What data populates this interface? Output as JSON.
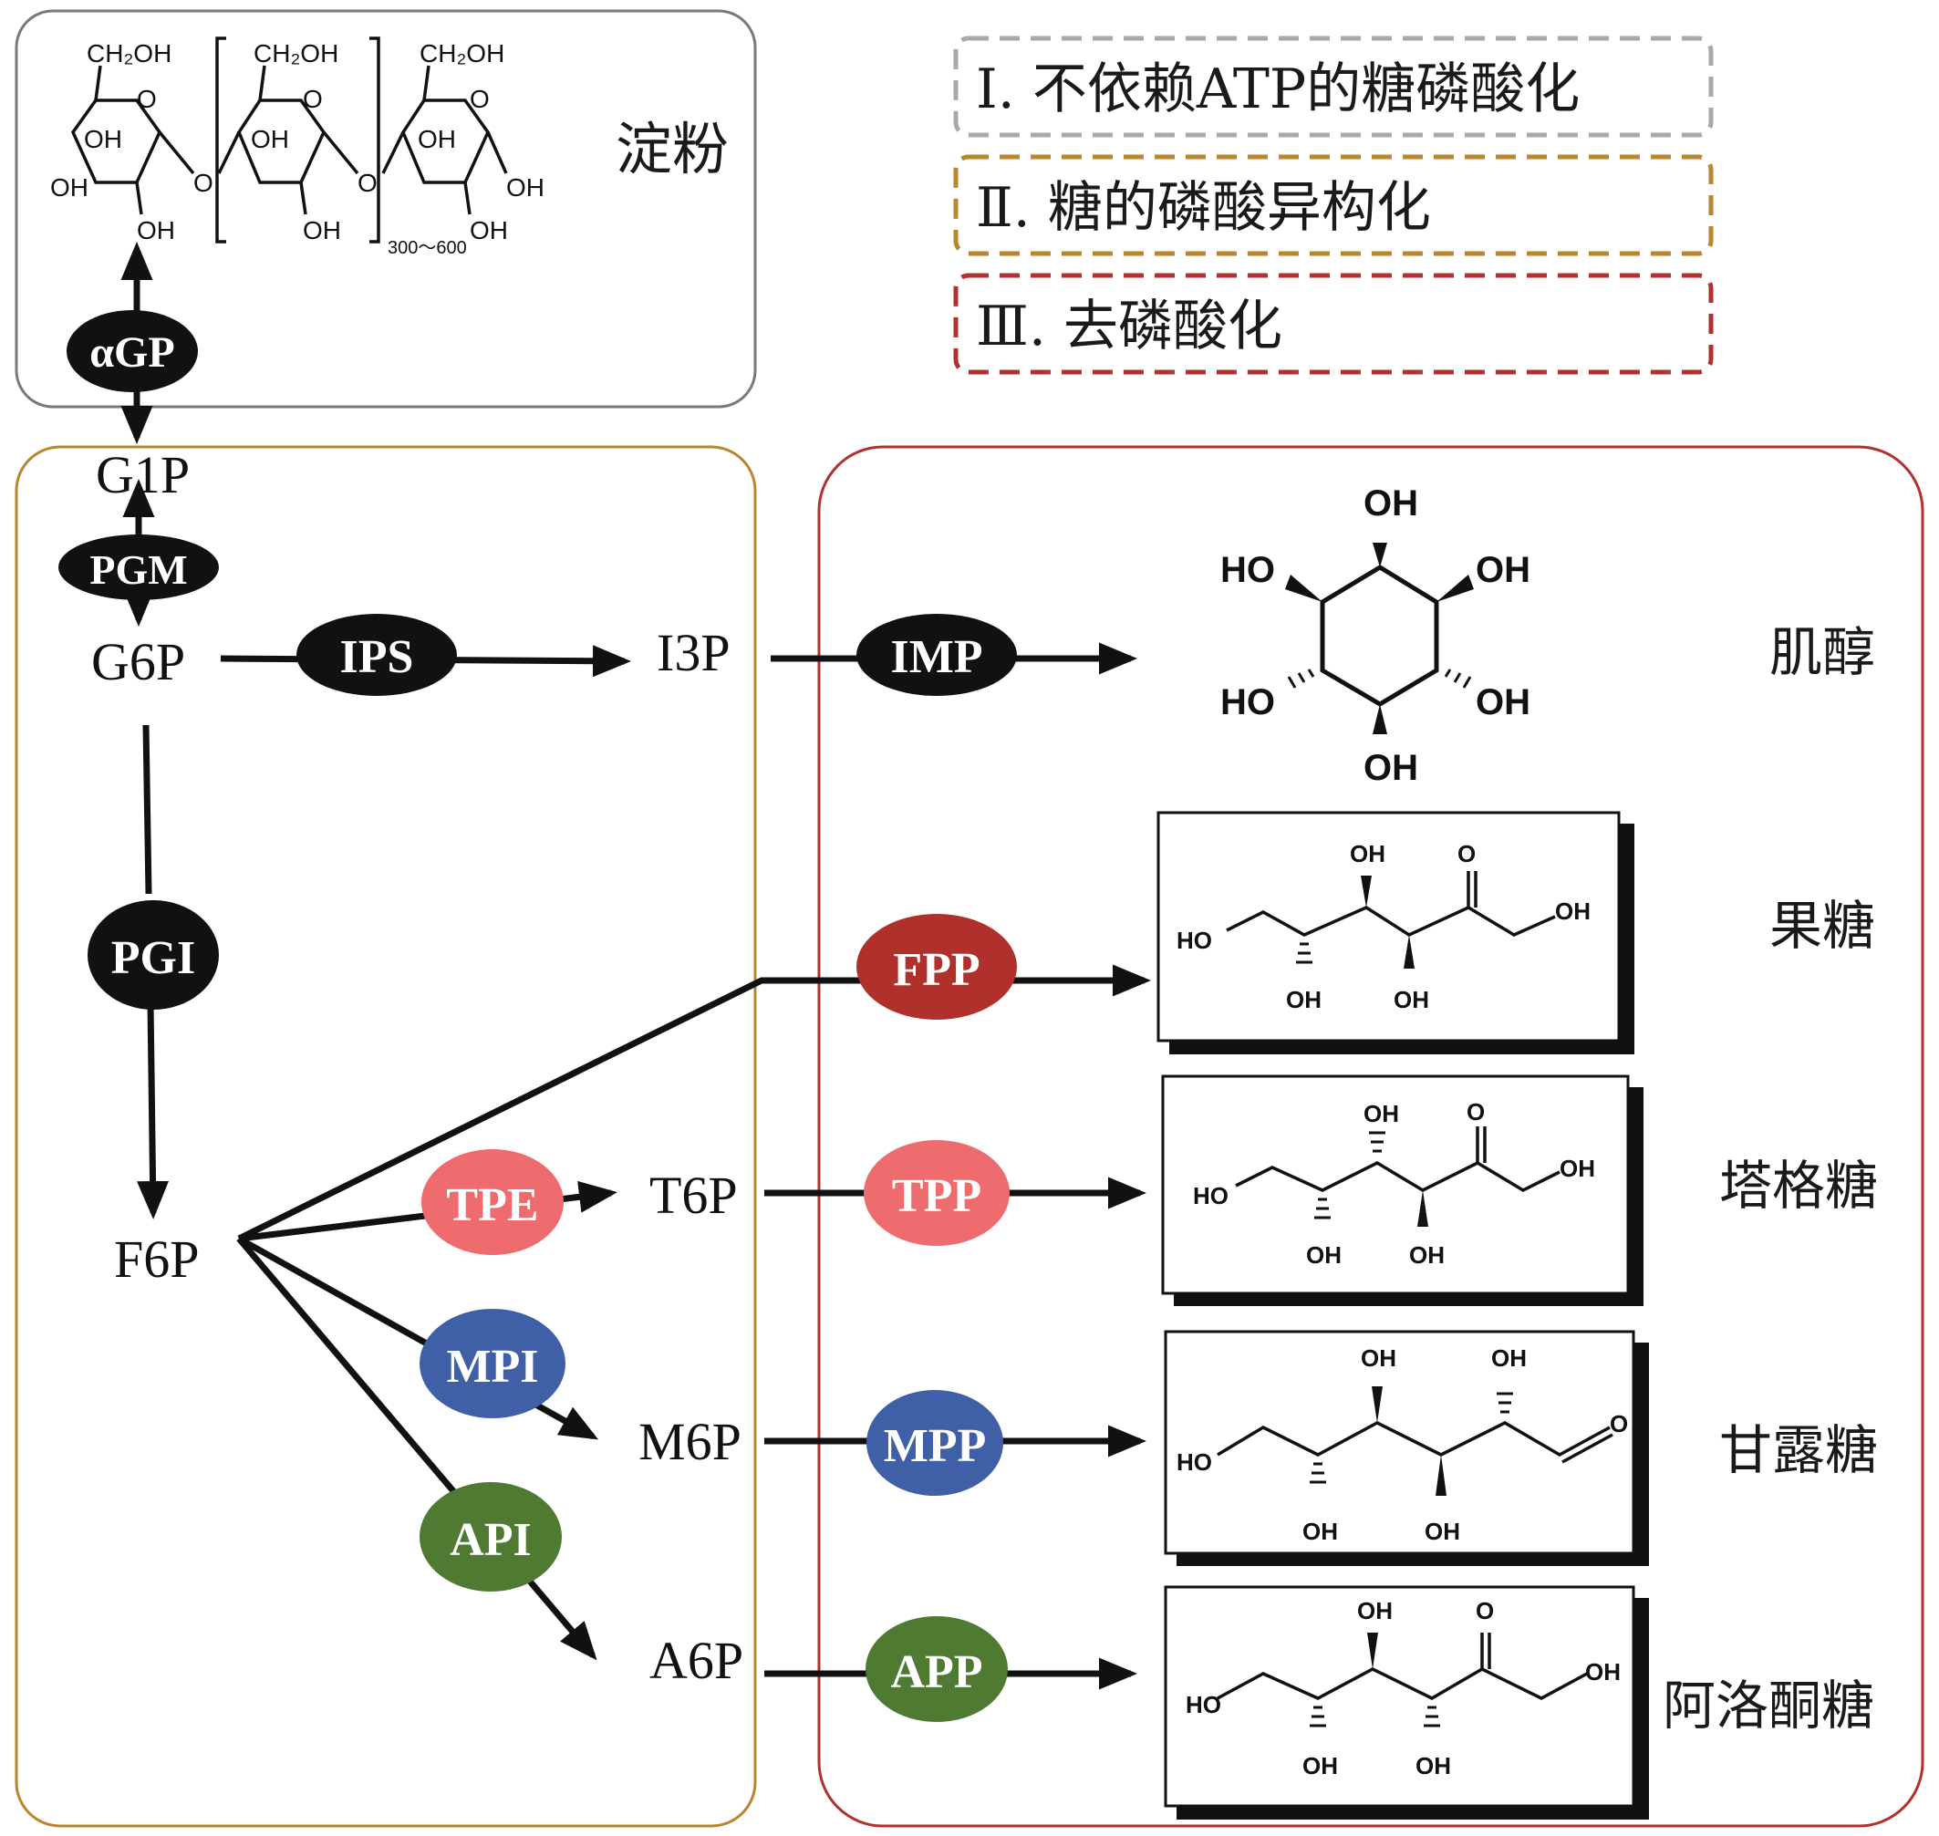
{
  "legend": {
    "step1": "Ⅰ. 不依赖ATP的糖磷酸化",
    "step2": "Ⅱ. 糖的磷酸异构化",
    "step3": "Ⅲ. 去磷酸化"
  },
  "colors": {
    "step1_border": "#a9a9a9",
    "step2_border": "#b8862e",
    "step3_border": "#b2302e",
    "black_enzyme": "#111111",
    "fpp": "#b0302c",
    "tpe_tpp": "#ee6b6e",
    "mpi_mpp": "#3f5fa6",
    "api_app": "#4f7a32"
  },
  "starch": {
    "label": "淀粉",
    "ch2oh": "CH₂OH",
    "o": "O",
    "oh": "OH",
    "repeat": "300～600"
  },
  "nodes": {
    "g1p": "G1P",
    "g6p": "G6P",
    "i3p": "I3P",
    "f6p": "F6P",
    "t6p": "T6P",
    "m6p": "M6P",
    "a6p": "A6P"
  },
  "enzymes": {
    "agp": "αGP",
    "pgm": "PGM",
    "ips": "IPS",
    "imp": "IMP",
    "pgi": "PGI",
    "fpp": "FPP",
    "tpe": "TPE",
    "tpp": "TPP",
    "mpi": "MPI",
    "mpp": "MPP",
    "api": "API",
    "app": "APP"
  },
  "products": {
    "inositol": "肌醇",
    "fructose": "果糖",
    "tagatose": "塔格糖",
    "mannose": "甘露糖",
    "allulose": "阿洛酮糖"
  },
  "chem": {
    "oh": "OH",
    "ho": "HO",
    "o": "O"
  }
}
